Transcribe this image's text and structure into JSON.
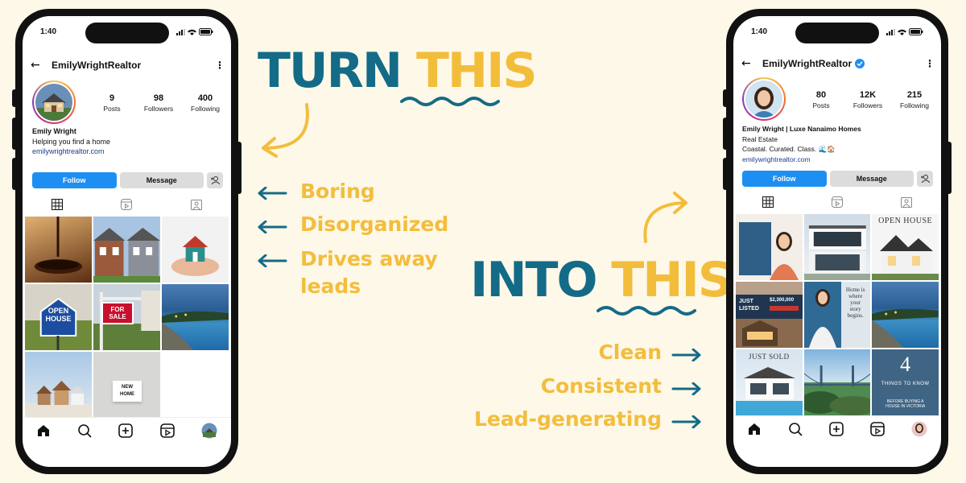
{
  "headline_top": {
    "word1": "TURN",
    "word2": "THIS"
  },
  "headline_bottom": {
    "word1": "INTO",
    "word2": "THIS"
  },
  "before_points": [
    "Boring",
    "Disorganized",
    "Drives away",
    "leads"
  ],
  "after_points": [
    "Clean",
    "Consistent",
    "Lead-generating"
  ],
  "colors": {
    "teal": "#146b87",
    "gold": "#f3bd3c",
    "background": "#fdf8e8",
    "follow_blue": "#1d8ff2"
  },
  "left_phone": {
    "time": "1:40",
    "username": "EmilyWrightRealtor",
    "stats": [
      {
        "num": "9",
        "label": "Posts"
      },
      {
        "num": "98",
        "label": "Followers"
      },
      {
        "num": "400",
        "label": "Following"
      }
    ],
    "bio_name": "Emily Wright",
    "bio_line1": "Helping you find a home",
    "bio_link": "emilywrightrealtor.com",
    "follow_label": "Follow",
    "message_label": "Message",
    "open_house_sign": [
      "OPEN",
      "HOUSE"
    ],
    "for_sale_sign": "FOR SALE",
    "new_home_sign": [
      "NEW",
      "HOME"
    ]
  },
  "right_phone": {
    "time": "1:40",
    "username": "EmilyWrightRealtor",
    "stats": [
      {
        "num": "80",
        "label": "Posts"
      },
      {
        "num": "12K",
        "label": "Followers"
      },
      {
        "num": "215",
        "label": "Following"
      }
    ],
    "bio_name": "Emily Wright | Luxe Nanaimo Homes",
    "bio_line1": "Real Estate",
    "bio_line2": "Coastal. Curated. Class. 🌊🏠",
    "bio_link": "emilywrightrealtor.com",
    "follow_label": "Follow",
    "message_label": "Message",
    "post_open_house": "OPEN HOUSE",
    "post_just_listed": [
      "JUST",
      "LISTED"
    ],
    "post_price": "$2,300,000",
    "post_story": [
      "Home is",
      "where",
      "your",
      "story",
      "begins."
    ],
    "post_just_sold": "JUST SOLD",
    "post_number": "4",
    "post_things": "THINGS TO KNOW",
    "post_before": [
      "BEFORE BUYING A",
      "HOUSE IN VICTORIA"
    ]
  }
}
